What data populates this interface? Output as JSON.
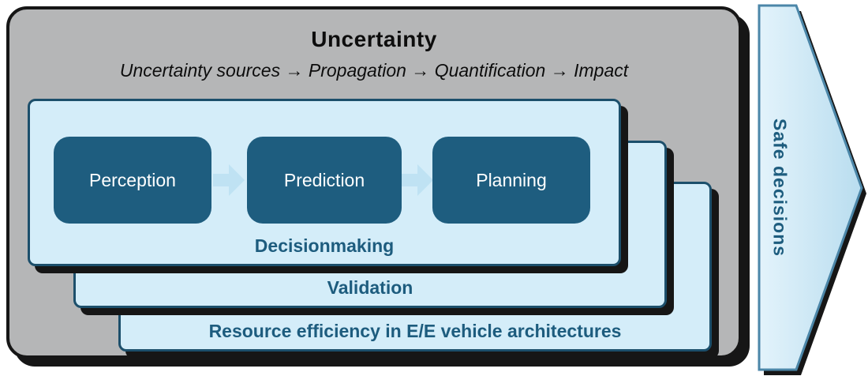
{
  "header": {
    "title": "Uncertainty",
    "subtitle": "Uncertainty sources → Propagation → Quantification → Impact"
  },
  "layers": {
    "front": {
      "label": "Decisionmaking"
    },
    "middle": {
      "label": "Validation"
    },
    "back": {
      "label": "Resource efficiency in E/E vehicle architectures"
    }
  },
  "pipeline": {
    "steps": [
      "Perception",
      "Prediction",
      "Planning"
    ]
  },
  "side_arrow": {
    "label": "Safe decisions"
  },
  "colors": {
    "panel_bg": "#b5b6b7",
    "panel_border": "#161616",
    "card_bg": "#d4edf9",
    "card_border": "#1c4f6b",
    "step_box_bg": "#1e5d7f",
    "step_box_text": "#ffffff",
    "accent_text": "#1d5c7e",
    "flow_arrow_fill": "#bfe2f3",
    "side_arrow_fill": "#cfe9f7",
    "side_arrow_border": "#4b86a8",
    "shadow": "#161616"
  }
}
